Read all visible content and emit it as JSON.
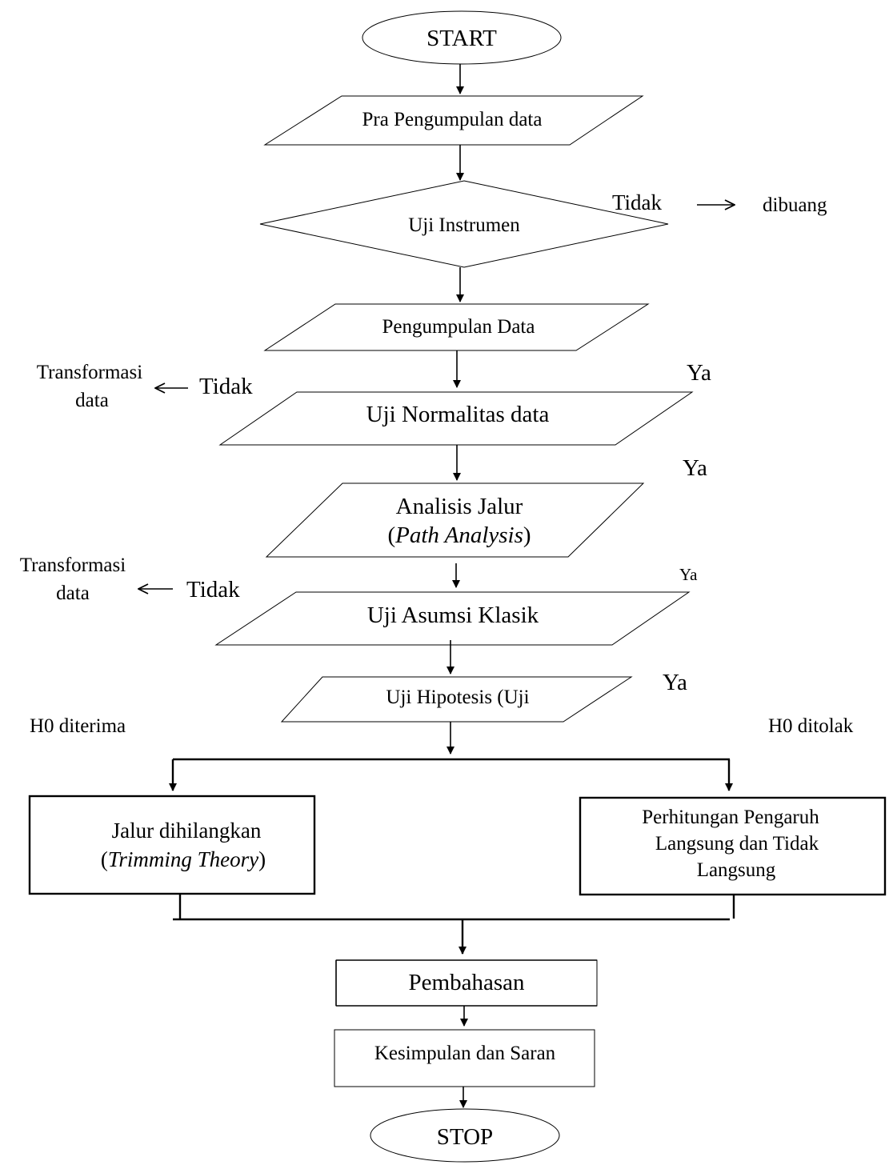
{
  "nodes": {
    "start": "START",
    "pra_pengumpulan": "Pra Pengumpulan data",
    "uji_instrumen": "Uji Instrumen",
    "pengumpulan": "Pengumpulan Data",
    "uji_normalitas": "Uji Normalitas data",
    "analisis_line1": "Analisis Jalur",
    "analisis_open": "(",
    "analisis_italic": "Path Analysis",
    "analisis_close": ")",
    "uji_asumsi": "Uji Asumsi Klasik",
    "uji_hipotesis": "Uji Hipotesis (Uji",
    "jalur_line1": "Jalur dihilangkan",
    "jalur_open": "(",
    "jalur_italic": "Trimming Theory",
    "jalur_close": ")",
    "perhitungan_line1": "Perhitungan Pengaruh",
    "perhitungan_line2": "Langsung dan Tidak",
    "perhitungan_line3": "Langsung",
    "pembahasan": "Pembahasan",
    "kesimpulan": "Kesimpulan dan Saran",
    "stop": "STOP"
  },
  "labels": {
    "tidak_instrumen": "Tidak",
    "dibuang": "dibuang",
    "transformasi_1_line1": "Transformasi",
    "transformasi_1_line2": "data",
    "tidak_normalitas": "Tidak",
    "ya_1": "Ya",
    "ya_2": "Ya",
    "transformasi_2_line1": "Transformasi",
    "transformasi_2_line2": "data",
    "tidak_asumsi": "Tidak",
    "ya_3": "Ya",
    "ya_4": "Ya",
    "h0_diterima": "H0 diterima",
    "h0_ditolak": "H0 ditolak"
  }
}
